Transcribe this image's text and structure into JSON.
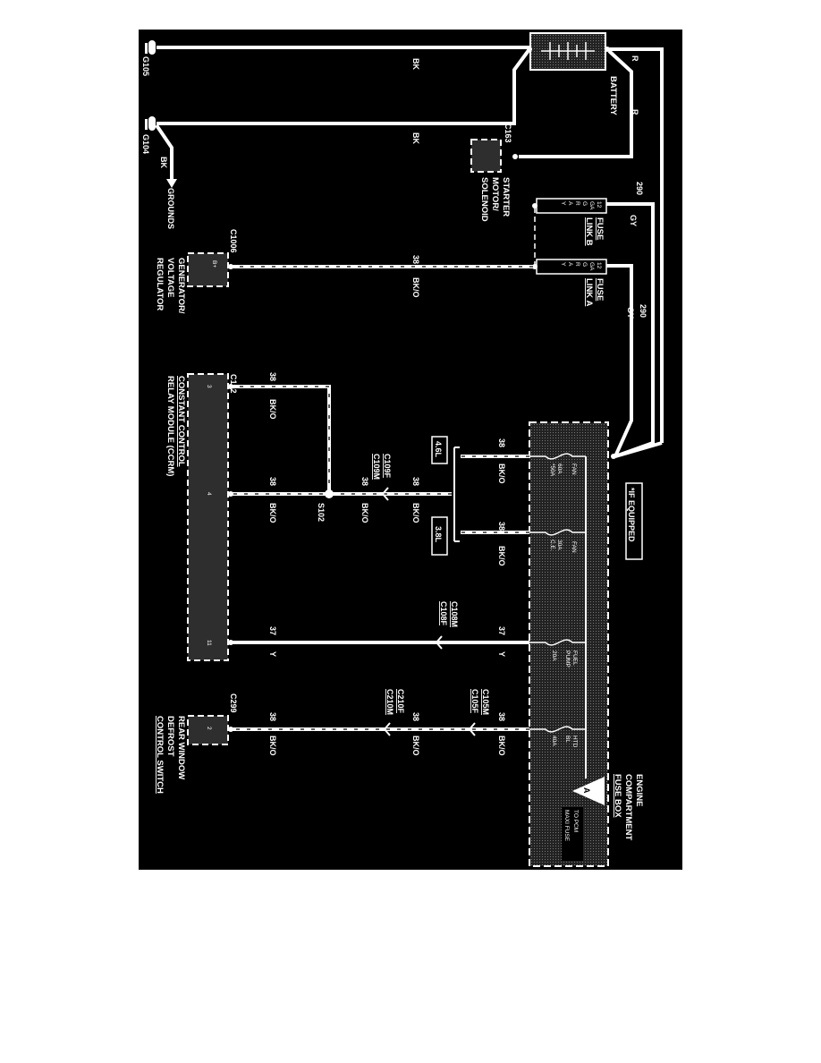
{
  "grounds": {
    "g105": "G105",
    "g104": "G104",
    "bk1": "BK",
    "bk2": "BK",
    "bk3": "BK",
    "grounds_label": "GROUNDS"
  },
  "battery": {
    "label": "BATTERY",
    "r1": "R",
    "r2": "R"
  },
  "starter": {
    "connector": "C163",
    "line1": "STARTER",
    "line2": "MOTOR/",
    "line3": "SOLENOID"
  },
  "fuse_link_b": {
    "line1": "FUSE",
    "line2": "LINK B",
    "circuit": "290",
    "color": "GY",
    "gauge": [
      "12",
      "GA",
      "G",
      "R",
      "A",
      "Y"
    ]
  },
  "fuse_link_a": {
    "line1": "FUSE",
    "line2": "LINK A",
    "circuit": "290",
    "color": "GY",
    "gauge": [
      "12",
      "GA",
      "G",
      "R",
      "A",
      "Y"
    ]
  },
  "generator": {
    "connector": "C1006",
    "pin": "B+",
    "line1": "GENERATOR/",
    "line2": "VOLTAGE",
    "line3": "REGULATOR",
    "circuit": "38",
    "color": "BK/O"
  },
  "ccrm": {
    "connector": "C192",
    "line1": "CONSTANT CONTROL",
    "line2": "RELAY MODULE (CCRM)",
    "pin3": "3",
    "pin4": "4",
    "pin11": "11",
    "w3_circuit": "38",
    "w3_color": "BK/O",
    "w4_circuit": "38",
    "w4_color": "BK/O",
    "splice": "S102",
    "mid_circuit": "38",
    "mid_color": "BK/O",
    "conn_f": "C109F",
    "conn_m": "C109M",
    "up_circuit": "38",
    "up_color": "BK/O"
  },
  "engines": {
    "e46": "4.6L",
    "e38": "3.8L"
  },
  "fuse_box": {
    "line1": "ENGINE",
    "line2": "COMPARTMENT",
    "line3": "FUSE BOX",
    "if_equipped": "*IF EQUIPPED",
    "fan1": {
      "name": "FAN",
      "rating": "60A",
      "alt": "*50A",
      "circuit": "38",
      "color": "BK/O"
    },
    "fan2": {
      "name": "FAN",
      "rating": "30A",
      "alt": "C.E.",
      "circuit": "38",
      "color": "BK/O"
    },
    "fuel": {
      "name1": "FUEL",
      "name2": "PUMP",
      "rating": "20A",
      "circuit": "37",
      "color": "Y"
    },
    "htd": {
      "name1": "HTD",
      "name2": "BL",
      "rating": "40A",
      "circuit": "38",
      "color": "BK/O"
    },
    "ref": "A",
    "to1": "TO PCM",
    "to2": "MAXI FUSE"
  },
  "fuel_pump_wire": {
    "conn_m": "C108M",
    "conn_f": "C108F",
    "circuit": "37",
    "color": "Y"
  },
  "defrost": {
    "conn1_m": "C105M",
    "conn1_f": "C105F",
    "conn2_f": "C210F",
    "conn2_m": "C210M",
    "mid_circuit": "38",
    "mid_color": "BK/O",
    "connector": "C299",
    "pin": "2",
    "circuit": "38",
    "color": "BK/O",
    "line1": "REAR WINDOW",
    "line2": "DEFROST",
    "line3": "CONTROL SWITCH"
  }
}
